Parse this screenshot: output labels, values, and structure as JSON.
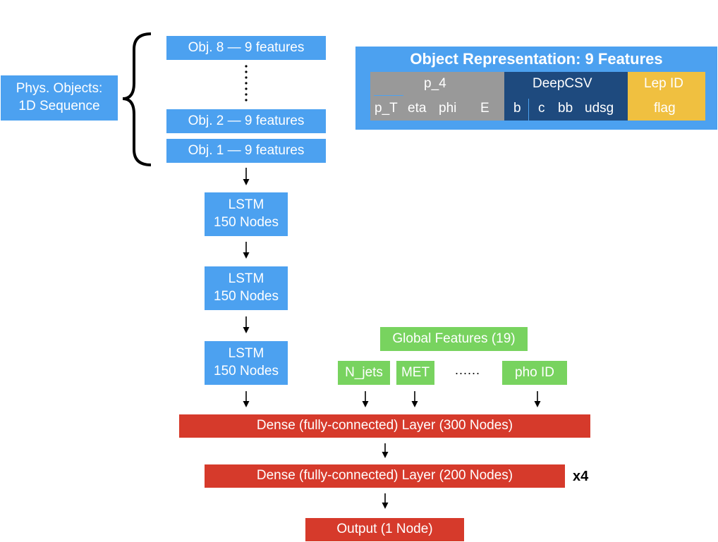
{
  "input": {
    "phys_objects_line1": "Phys. Objects:",
    "phys_objects_line2": "1D Sequence",
    "obj8": "Obj. 8 — 9 features",
    "obj2": "Obj. 2 — 9 features",
    "obj1": "Obj. 1 — 9 features"
  },
  "lstm_layers": [
    {
      "line1": "LSTM",
      "line2": "150 Nodes"
    },
    {
      "line1": "LSTM",
      "line2": "150 Nodes"
    },
    {
      "line1": "LSTM",
      "line2": "150 Nodes"
    }
  ],
  "object_representation": {
    "title": "Object Representation: 9 Features",
    "p4": {
      "header": "p_4",
      "features": [
        "p_T",
        "eta",
        "phi",
        "E"
      ]
    },
    "deepcsv": {
      "header": "DeepCSV",
      "features": [
        "b",
        "c",
        "bb",
        "udsg"
      ]
    },
    "lepid": {
      "header": "Lep ID",
      "features": [
        "flag"
      ]
    }
  },
  "global_features": {
    "title": "Global Features (19)",
    "items": [
      "N_jets",
      "MET",
      "pho ID"
    ],
    "ellipsis": "......"
  },
  "dense": {
    "layer1": "Dense (fully-connected) Layer (300 Nodes)",
    "layer2": "Dense (fully-connected) Layer (200 Nodes)",
    "repeat": "x4",
    "output": "Output (1 Node)"
  },
  "colors": {
    "blue": "#4ca1f0",
    "green": "#78d35f",
    "red": "#d63a2b",
    "gray": "#999999",
    "navy": "#1e4a7e",
    "gold": "#f0c040"
  }
}
